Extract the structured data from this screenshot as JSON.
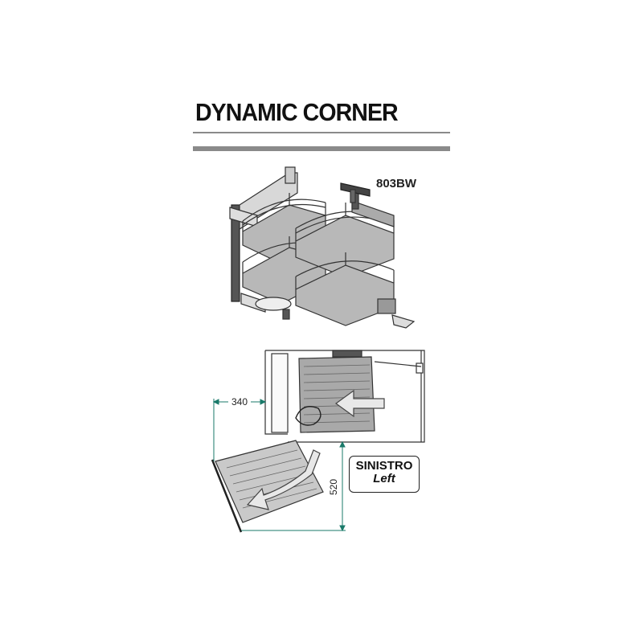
{
  "header": {
    "title": "DYNAMIC CORNER"
  },
  "product": {
    "model_code": "803BW"
  },
  "plan": {
    "dimension_width": "340",
    "dimension_depth": "520",
    "side_label_it": "SINISTRO",
    "side_label_en": "Left"
  },
  "colors": {
    "rule_gray": "#8a8a8a",
    "drawing_line": "#333333",
    "tray_fill": "#b8b8b8",
    "dimension_teal": "#1a7a6a",
    "arrow_fill": "#e8e8e8"
  }
}
